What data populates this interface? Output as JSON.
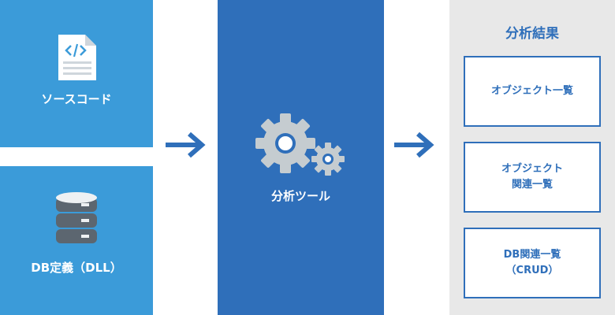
{
  "inputs": {
    "source_code": {
      "label": "ソースコード",
      "icon": "code-file-icon"
    },
    "db_definition": {
      "label": "DB定義（DLL）",
      "icon": "database-icon"
    }
  },
  "tool": {
    "label": "分析ツール",
    "icon": "gears-icon"
  },
  "results": {
    "title": "分析結果",
    "items": [
      {
        "lines": [
          "オブジェクト一覧"
        ]
      },
      {
        "lines": [
          "オブジェクト",
          "関連一覧"
        ]
      },
      {
        "lines": [
          "DB関連一覧",
          "（CRUD）"
        ]
      }
    ]
  },
  "colors": {
    "input_panel": "#3b9bd9",
    "tool_panel": "#2f6fba",
    "results_panel": "#e8e8e8",
    "accent": "#2f6fba"
  }
}
